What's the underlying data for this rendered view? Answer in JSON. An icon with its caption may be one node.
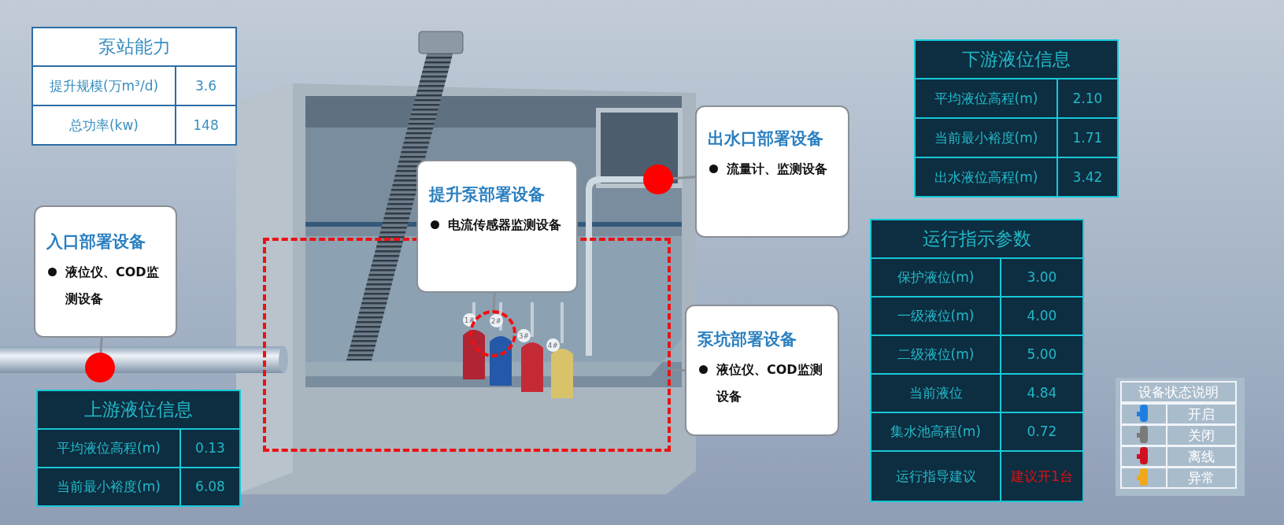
{
  "diagram": {
    "nodes": [
      {
        "text": [
          "入口部署设备",
          "液位仪、COD监测设备"
        ]
      },
      {
        "text": [
          "提升泵部署设备",
          "电流传感器监测设备"
        ]
      },
      {
        "text": [
          "出水口部署设备",
          "流量计、监测设备"
        ]
      },
      {
        "text": [
          "泵坑部署设备",
          "液位仪、COD监测设备"
        ]
      },
      {
        "text": [],
        "shape": "circle"
      },
      {
        "text": [],
        "shape": "circle",
        "in": 7
      },
      {
        "text": [],
        "shape": "circle"
      },
      {
        "text": [],
        "shape": "box"
      }
    ],
    "edges": [
      {
        "from": 0,
        "to": 4,
        "arrow": "none"
      },
      {
        "from": 1,
        "to": 5,
        "arrow": "none"
      },
      {
        "from": 2,
        "to": 6,
        "arrow": "none"
      },
      {
        "from": 3,
        "to": 7,
        "arrow": "none"
      }
    ],
    "labels": [
      "泵站能力",
      "提升规模(万m³/d)",
      "3.6",
      "总功率(kw)",
      "148",
      "下游液位信息",
      "平均液位高程(m)",
      "2.10",
      "当前最小裕度(m)",
      "1.71",
      "出水液位高程(m)",
      "3.42",
      "1#",
      "2#",
      "3#",
      "4#",
      "运行指示参数",
      "保护液位(m)",
      "3.00",
      "一级液位(m)",
      "4.00",
      "二级液位(m)",
      "5.00",
      "当前液位",
      "4.84",
      "集水池高程(m)",
      "0.72",
      "运行指导建议",
      "建议开1台",
      "上游液位信息",
      "平均液位高程(m)",
      "0.13",
      "当前最小裕度(m)",
      "6.08",
      "设备状态说明"
    ],
    "legend": [
      {
        "text": "开启",
        "color": "#1e7fe0"
      },
      {
        "text": "关闭",
        "color": "#7a7a7a"
      },
      {
        "text": "离线",
        "color": "#d01020"
      },
      {
        "text": "异常",
        "color": "#f0a818"
      }
    ]
  }
}
